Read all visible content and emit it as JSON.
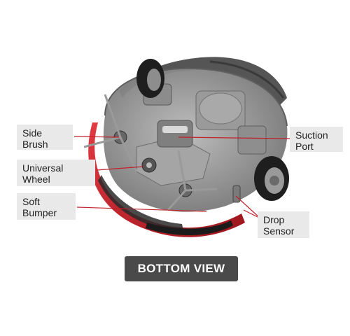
{
  "title": "BOTTOM VIEW",
  "labels": {
    "side_brush": "Side\nBrush",
    "universal_wheel": "Universal\nWheel",
    "soft_bumper": "Soft\nBumper",
    "suction_port": "Suction\nPort",
    "drop_sensor": "Drop\nSensor"
  },
  "colors": {
    "label_bg": "#e9e9e9",
    "leader_line": "#c0212b",
    "bumper_red": "#c8202a",
    "body_gray": "#8a8a8a",
    "title_bg": "#4a4a4a"
  }
}
